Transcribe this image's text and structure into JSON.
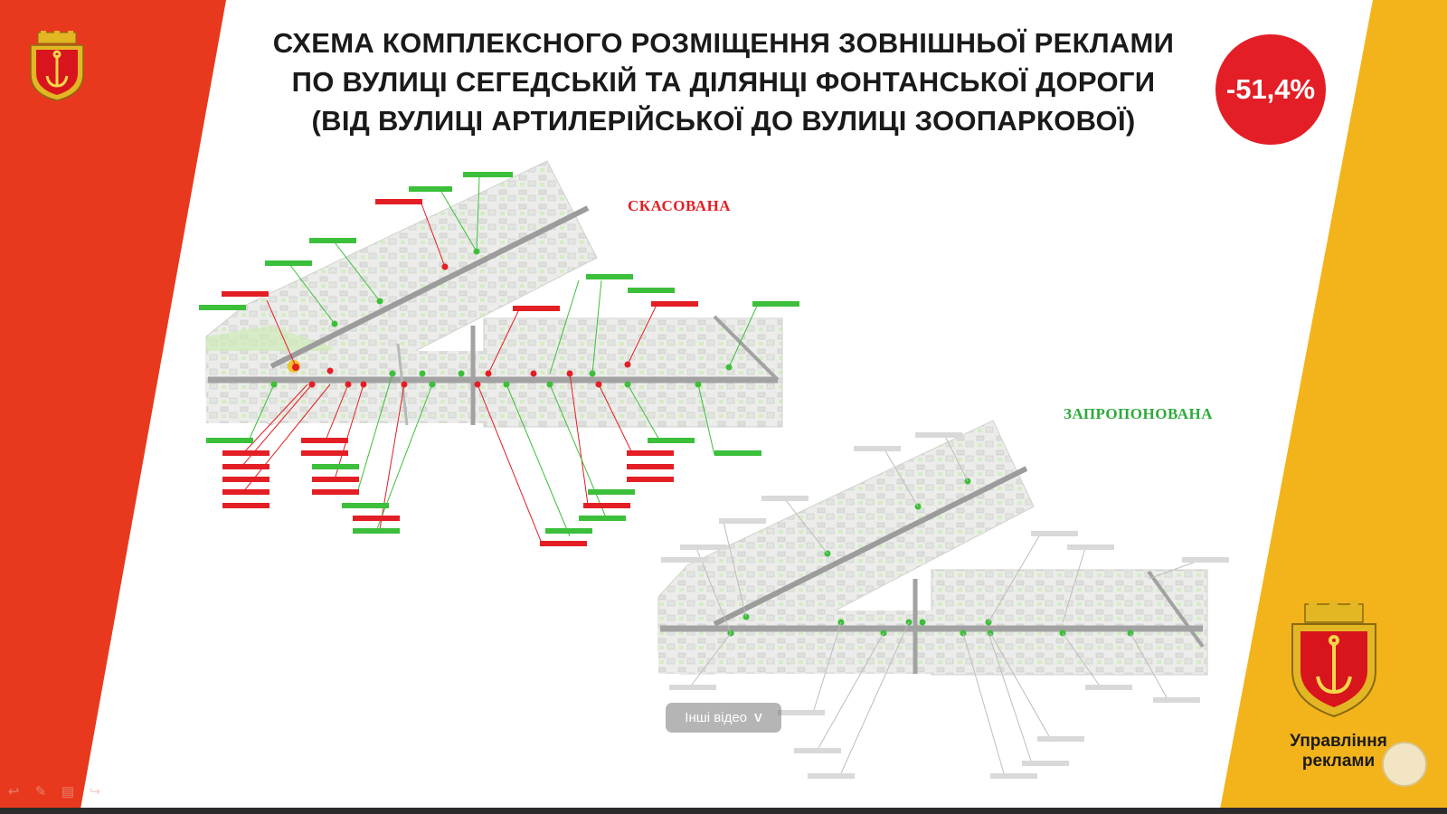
{
  "colors": {
    "red": "#e8391e",
    "yellow": "#f3b31b",
    "badge": "#e41e26",
    "green": "#3cbf3a",
    "label_red": "#e31e24"
  },
  "title": {
    "line1": "СХЕМА КОМПЛЕКСНОГО РОЗМІЩЕННЯ ЗОВНІШНЬОЇ РЕКЛАМИ",
    "line2": "ПО ВУЛИЦІ СЕГЕДСЬКІЙ ТА ДІЛЯНЦІ ФОНТАНСЬКОЇ ДОРОГИ",
    "line3": "(ВІД ВУЛИЦІ АРТИЛЕРІЙСЬКОЇ ДО ВУЛИЦІ ЗООПАРКОВОЇ)"
  },
  "badge": {
    "value": "-51,4%"
  },
  "maps": {
    "cancelled_label": "СКАСОВАНА",
    "proposed_label": "ЗАПРОПОНОВАНА"
  },
  "department": {
    "line1": "Управління",
    "line2": "реклами"
  },
  "video_overlay": {
    "label": "Інші відео",
    "chevron": "V"
  },
  "icons": [
    "coat-of-arms-icon",
    "anchor-icon",
    "chevron-down-icon",
    "back-arrow-icon",
    "pen-icon",
    "slides-icon",
    "forward-arrow-icon"
  ]
}
